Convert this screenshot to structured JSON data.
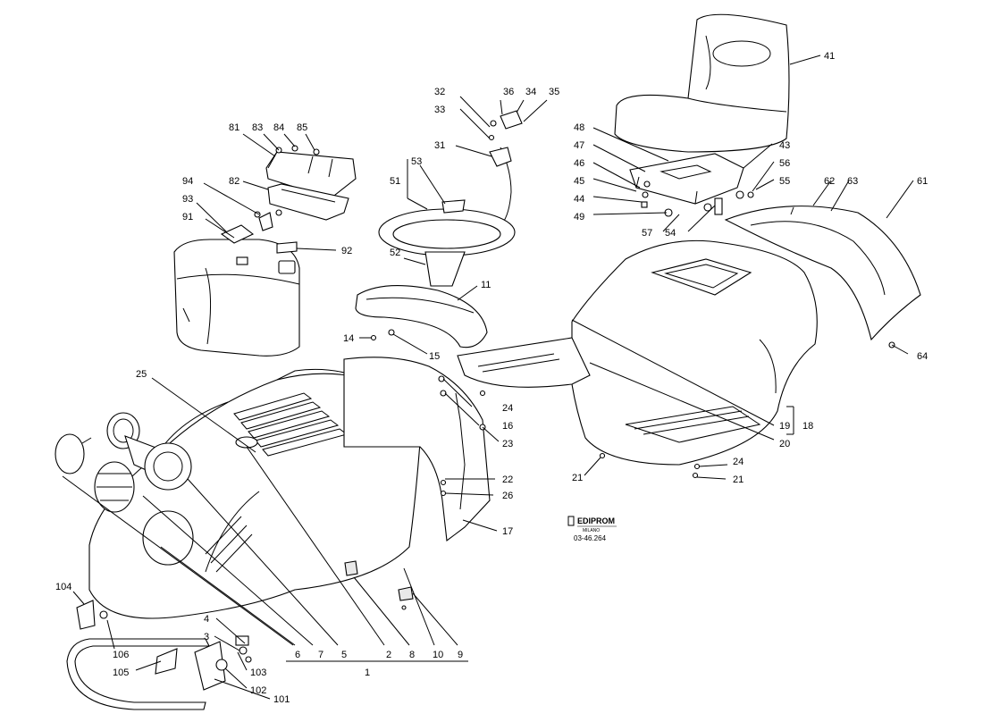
{
  "labels": {
    "l41": "41",
    "l32": "32",
    "l36": "36",
    "l34": "34",
    "l35": "35",
    "l33": "33",
    "l31": "31",
    "l81": "81",
    "l83": "83",
    "l84": "84",
    "l85": "85",
    "l82": "82",
    "l94": "94",
    "l93": "93",
    "l91": "91",
    "l92": "92",
    "l53": "53",
    "l51": "51",
    "l52": "52",
    "l11": "11",
    "l48": "48",
    "l47": "47",
    "l46": "46",
    "l45": "45",
    "l44": "44",
    "l49": "49",
    "l43": "43",
    "l56": "56",
    "l55": "55",
    "l57": "57",
    "l54": "54",
    "l62": "62",
    "l63": "63",
    "l61": "61",
    "l64": "64",
    "l14": "14",
    "l15": "15",
    "l25": "25",
    "l24a": "24",
    "l16": "16",
    "l23": "23",
    "l22": "22",
    "l26": "26",
    "l17": "17",
    "l19": "19",
    "l18": "18",
    "l20": "20",
    "l21a": "21",
    "l24b": "24",
    "l21b": "21",
    "l104": "104",
    "l4": "4",
    "l3": "3",
    "l106": "106",
    "l105": "105",
    "l103": "103",
    "l102": "102",
    "l101": "101",
    "l6": "6",
    "l7": "7",
    "l5": "5",
    "l2": "2",
    "l8": "8",
    "l10": "10",
    "l9": "9",
    "l1": "1"
  },
  "stamp": {
    "brand": "EDIPROM",
    "sub": "MILANO",
    "code": "03-46.264"
  }
}
